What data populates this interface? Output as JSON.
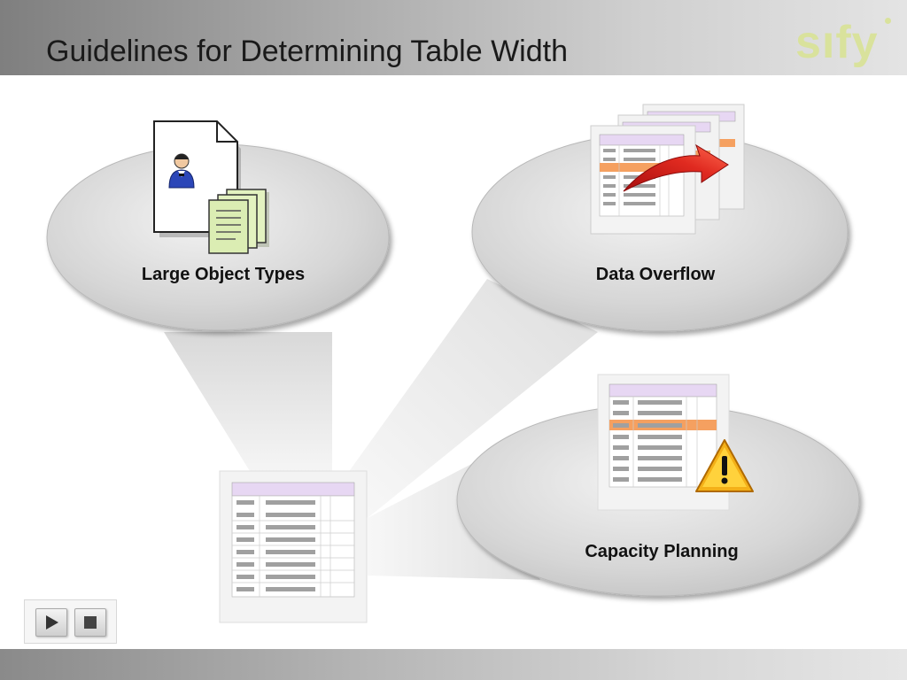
{
  "slide": {
    "title": "Guidelines for Determining Table Width",
    "logo_text": "sıfy"
  },
  "topics": [
    {
      "label": "Large Object Types",
      "icon": "document-user-icon"
    },
    {
      "label": "Data Overflow",
      "icon": "table-overflow-icon"
    },
    {
      "label": "Capacity Planning",
      "icon": "table-warning-icon"
    }
  ],
  "center": {
    "icon": "table-icon"
  },
  "navigation": {
    "play": "play-icon",
    "stop": "stop-icon"
  },
  "colors": {
    "ellipse": "#d9d9d9",
    "table_header": "#e7d7f3",
    "highlight_row": "#f5a060",
    "arrow": "#d8201c",
    "warning": "#f4b018",
    "logo": "#d9e29c"
  }
}
